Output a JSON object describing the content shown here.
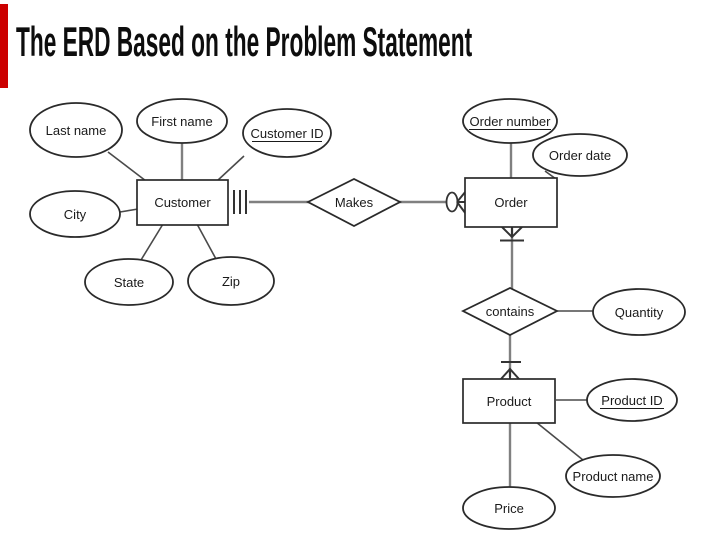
{
  "slide": {
    "title": "The ERD Based on the Problem Statement",
    "accent_bar_color": "#cc0000",
    "background_color": "#ffffff"
  },
  "erd": {
    "entities": {
      "customer": {
        "label": "Customer"
      },
      "order": {
        "label": "Order"
      },
      "product": {
        "label": "Product"
      }
    },
    "relationships": {
      "makes": {
        "label": "Makes",
        "between": [
          "Customer",
          "Order"
        ]
      },
      "contains": {
        "label": "contains",
        "between": [
          "Order",
          "Product"
        ]
      }
    },
    "attributes": {
      "last_name": {
        "label": "Last name",
        "entity": "Customer",
        "key": false
      },
      "first_name": {
        "label": "First name",
        "entity": "Customer",
        "key": false
      },
      "customer_id": {
        "label": "Customer ID",
        "entity": "Customer",
        "key": true
      },
      "city": {
        "label": "City",
        "entity": "Customer",
        "key": false
      },
      "state": {
        "label": "State",
        "entity": "Customer",
        "key": false
      },
      "zip": {
        "label": "Zip",
        "entity": "Customer",
        "key": false
      },
      "order_number": {
        "label": "Order number",
        "entity": "Order",
        "key": true
      },
      "order_date": {
        "label": "Order date",
        "entity": "Order",
        "key": false
      },
      "quantity": {
        "label": "Quantity",
        "entity": "contains",
        "key": false
      },
      "product_id": {
        "label": "Product ID",
        "entity": "Product",
        "key": true
      },
      "product_name": {
        "label": "Product name",
        "entity": "Product",
        "key": false
      },
      "price": {
        "label": "Price",
        "entity": "Product",
        "key": false
      }
    }
  }
}
